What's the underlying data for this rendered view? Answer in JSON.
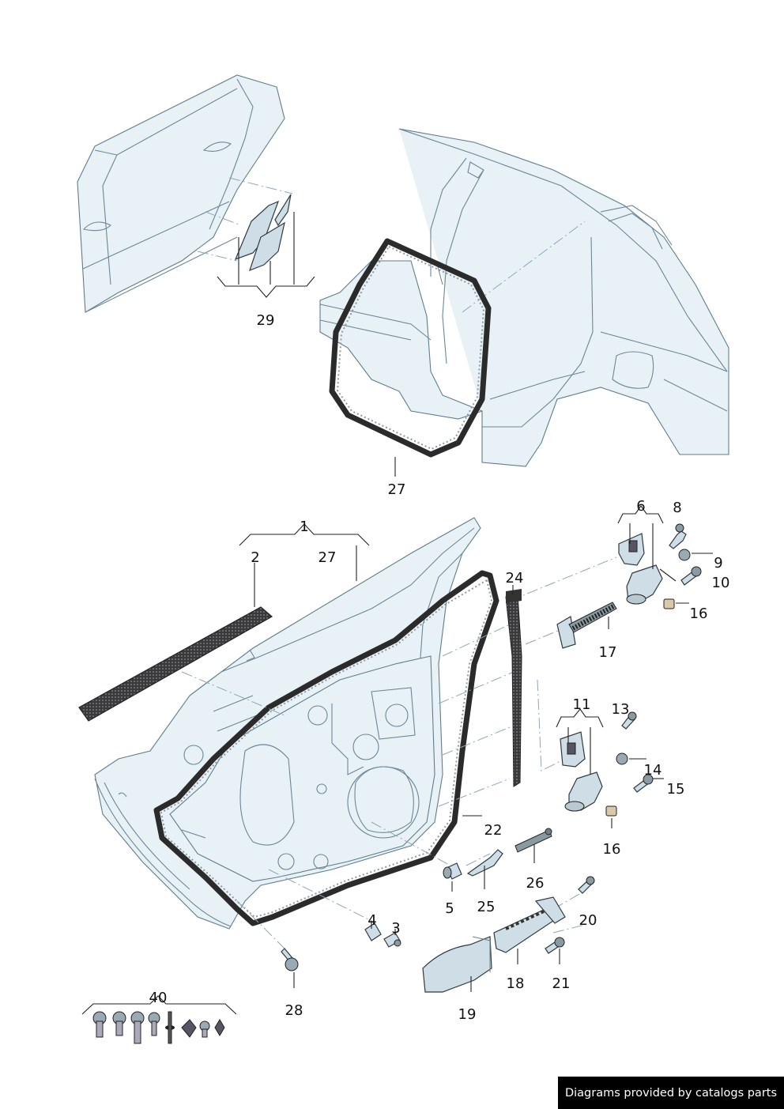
{
  "credit": "Diagrams provided by catalogs parts",
  "labels": {
    "p1": "1",
    "p2": "2",
    "p3": "3",
    "p4": "4",
    "p5": "5",
    "p6": "6",
    "p8": "8",
    "p9": "9",
    "p10": "10",
    "p11": "11",
    "p13": "13",
    "p14": "14",
    "p15": "15",
    "p16a": "16",
    "p16b": "16",
    "p17": "17",
    "p18": "18",
    "p19": "19",
    "p20": "20",
    "p21": "21",
    "p22": "22",
    "p24": "24",
    "p25": "25",
    "p26": "26",
    "p27a": "27",
    "p27b": "27",
    "p28": "28",
    "p29": "29",
    "p40": "40"
  }
}
